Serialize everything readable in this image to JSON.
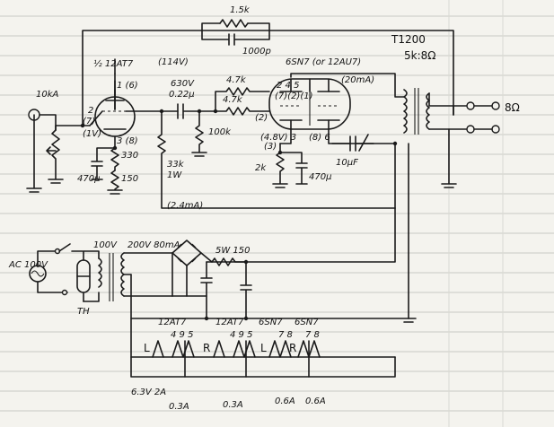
{
  "labels": {
    "r_fb": "1.5k",
    "c_fb": "1000p",
    "transformer": "T1200",
    "speaker_spec": "5k:8Ω",
    "v1": "½ 12AT7",
    "v1_voltage": "(114V)",
    "v1_pin_plate": "1 (6)",
    "v1_pin_grid": "2",
    "v1_pin_grid_alt": "(7)",
    "v1_pin_grid_v": "(1V)",
    "v1_pin_cath": "3 (8)",
    "vol": "10kA",
    "c_in": "470μ",
    "r_k1": "330",
    "r_k2": "150",
    "c_coup_v": "630V",
    "c_coup": "0.22μ",
    "r_g1": "4.7k",
    "r_g2": "4.7k",
    "r_leak": "100k",
    "r_plate": "33k",
    "r_plate_w": "1W",
    "v1_current": "(2.4mA)",
    "v2": "6SN7 (or 12AU7)",
    "v2_current": "(20mA)",
    "v2_pins_top": "2  4  5",
    "v2_pins_alt": "(7)(2)(1)",
    "v2_pin_g2": "(2)",
    "v2_k_left": "(4.8V) 3",
    "v2_k_left_alt": "(3)",
    "v2_k_right": "(8) 6",
    "r_k3": "2k",
    "c_k3": "470μ",
    "c_bypass": "10μF",
    "out_8": "8Ω",
    "ac_in": "AC 100V",
    "th": "TH",
    "tr_100": "100V",
    "tr_200": "200V 80mA",
    "r_ps": "5W 150",
    "h_tube1": "12AT7",
    "h_tube2": "12AT7",
    "h_tube3": "6SN7",
    "h_tube4": "6SN7",
    "h_pins1": "4  9  5",
    "h_pins2": "4  9  5",
    "h_pins3": "7  8",
    "h_pins4": "7  8",
    "h_L": "L",
    "h_R": "R",
    "h_L2": "L",
    "h_R2": "R",
    "heater_supply": "6.3V 2A",
    "h_i1": "0.3A",
    "h_i2": "0.3A",
    "h_i3": "0.6A",
    "h_i4": "0.6A"
  }
}
